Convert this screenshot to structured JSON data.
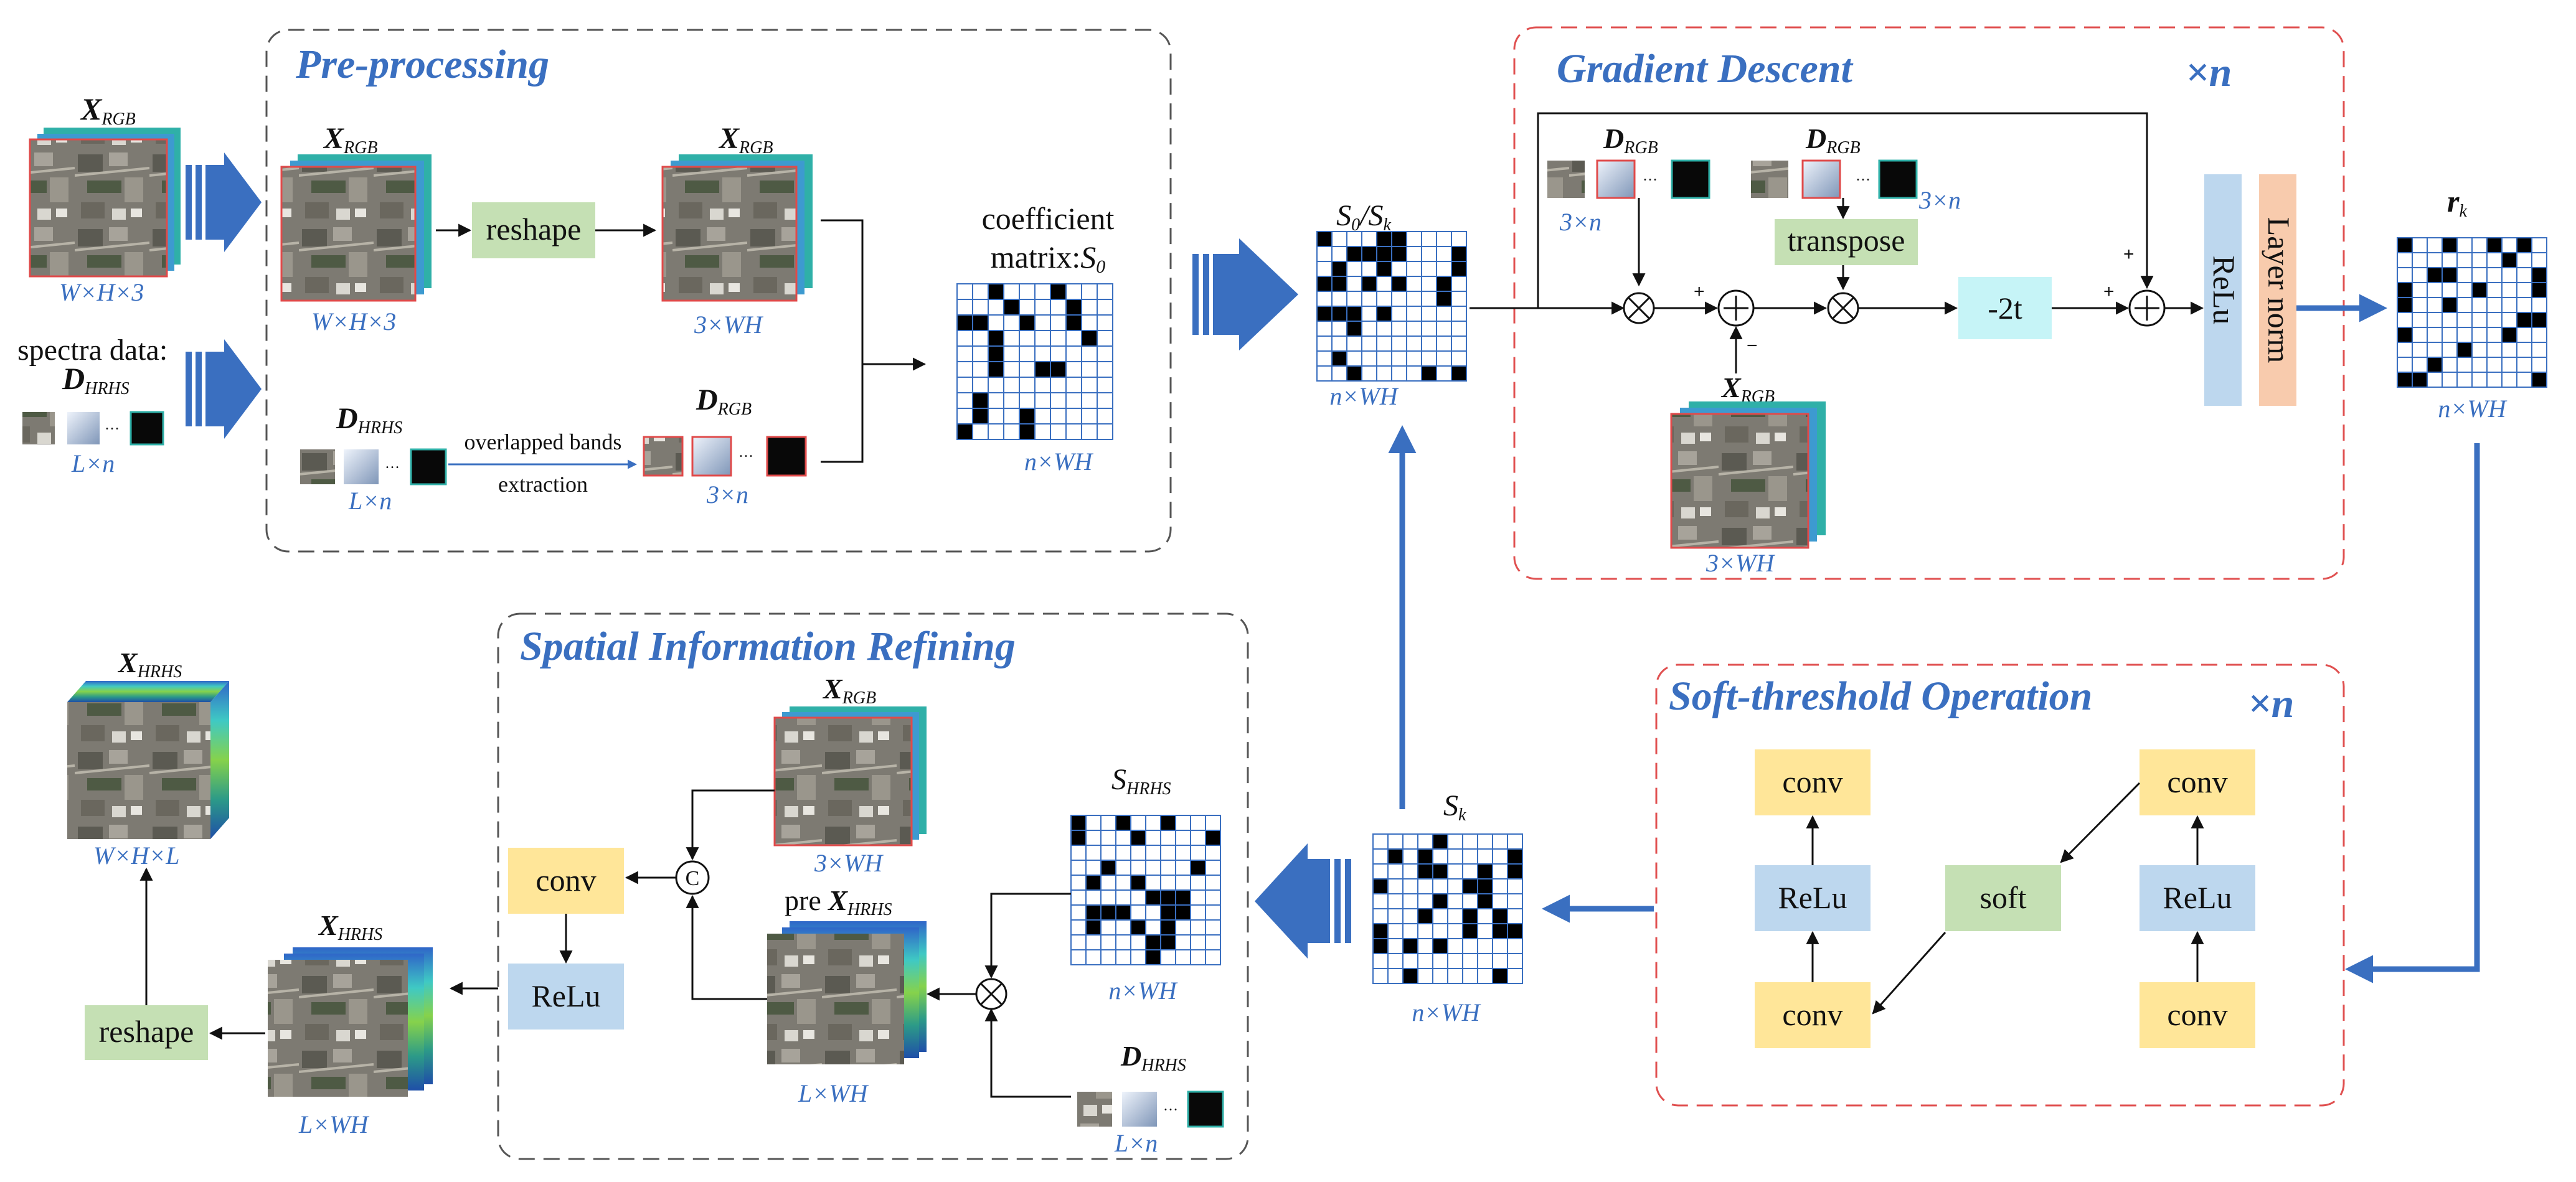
{
  "sections": {
    "preprocessing": "Pre-processing",
    "gradient_descent": "Gradient Descent",
    "gradient_repeat": "×n",
    "soft_threshold": "Soft-threshold Operation",
    "soft_repeat": "×n",
    "spatial_refining": "Spatial Information Refining"
  },
  "inputs": {
    "x_rgb_main": "X",
    "x_rgb_sub": "RGB",
    "x_rgb_dims": "W×H×3",
    "spectra_label": "spectra data:",
    "d_hrhs_main": "D",
    "d_hrhs_sub": "HRHS",
    "d_hrhs_dims": "L×n"
  },
  "preproc": {
    "x_rgb_main": "X",
    "x_rgb_sub": "RGB",
    "x_rgb_dims": "W×H×3",
    "reshape": "reshape",
    "x_rgb2_main": "X",
    "x_rgb2_sub": "RGB",
    "x_rgb2_dims": "3×WH",
    "d_hrhs_main": "D",
    "d_hrhs_sub": "HRHS",
    "d_hrhs_dims": "L×n",
    "overlap_line1": "overlapped bands",
    "overlap_line2": "extraction",
    "d_rgb_main": "D",
    "d_rgb_sub": "RGB",
    "d_rgb_dims": "3×n",
    "coef_line1": "coefficient",
    "coef_line2": "matrix:",
    "coef_sym": "S",
    "coef_sub": "0",
    "coef_dims": "n×WH"
  },
  "s0sk": {
    "label": "S",
    "sub0": "0",
    "slash": "/S",
    "subk": "k",
    "dims": "n×WH"
  },
  "gradient": {
    "d_rgb1_main": "D",
    "d_rgb1_sub": "RGB",
    "d_rgb1_dims": "3×n",
    "d_rgb2_main": "D",
    "d_rgb2_sub": "RGB",
    "d_rgb2_dims": "3×n",
    "transpose": "transpose",
    "x_rgb_main": "X",
    "x_rgb_sub": "RGB",
    "x_rgb_dims": "3×WH",
    "minus2t": "-2t",
    "relu": "ReLu",
    "layernorm": "Layer norm",
    "plus": "+",
    "minus": "−"
  },
  "rk": {
    "main": "r",
    "sub": "k",
    "dims": "n×WH"
  },
  "soft": {
    "conv_top_left": "conv",
    "relu_left": "ReLu",
    "conv_bottom_left": "conv",
    "soft": "soft",
    "conv_top_right": "conv",
    "relu_right": "ReLu",
    "conv_bottom_right": "conv"
  },
  "sk": {
    "main": "S",
    "sub": "k",
    "dims": "n×WH"
  },
  "refining": {
    "s_hrhs_main": "S",
    "s_hrhs_sub": "HRHS",
    "s_hrhs_dims": "n×WH",
    "d_hrhs_main": "D",
    "d_hrhs_sub": "HRHS",
    "d_hrhs_dims": "L×n",
    "x_rgb_main": "X",
    "x_rgb_sub": "RGB",
    "x_rgb_dims": "3×WH",
    "pre_label": "pre ",
    "pre_x_main": "X",
    "pre_x_sub": "HRHS",
    "pre_dims": "L×WH",
    "conv": "conv",
    "relu": "ReLu",
    "concat": "C"
  },
  "outputs": {
    "x_hrhs_mid_main": "X",
    "x_hrhs_mid_sub": "HRHS",
    "x_hrhs_mid_dims": "L×WH",
    "reshape": "reshape",
    "x_hrhs_final_main": "X",
    "x_hrhs_final_sub": "HRHS",
    "x_hrhs_final_dims": "W×H×L"
  },
  "colors": {
    "title_blue": "#3a6fc0",
    "arrow_blue": "#3a6fc0",
    "green_box": "#c5e0b4",
    "yellow_box": "#ffe699",
    "light_blue_box": "#bdd7ee",
    "cyan_box": "#c6f4f7",
    "orange_box": "#f8cbad",
    "red_dash": "#e05050",
    "gray_dash": "#555555"
  }
}
